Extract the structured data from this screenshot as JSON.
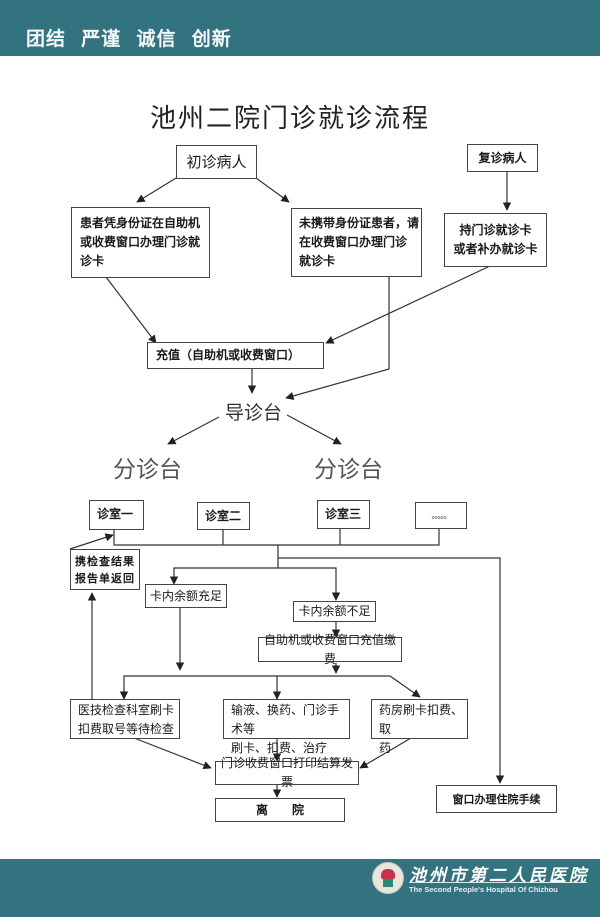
{
  "header": {
    "slogan": "团结  严谨  诚信  创新",
    "background_color": "#33737f"
  },
  "title": "池州二院门诊就诊流程",
  "nodes": {
    "first_visit": "初诊病人",
    "return_visit": "复诊病人",
    "with_id": "患者凭身份证在自助机或收费窗口办理门诊就诊卡",
    "with_id_lines": [
      "患者凭身份证在自助机",
      "或收费窗口办理门诊就",
      "诊卡"
    ],
    "without_id_lines": [
      "未携带身份证患者，请",
      "在收费窗口办理门诊",
      "就诊卡"
    ],
    "hold_card_lines": [
      "持门诊就诊卡",
      "或者补办就诊卡"
    ],
    "recharge": "充值（自助机或收费窗口）",
    "guide_desk": "导诊台",
    "triage_left": "分诊台",
    "triage_right": "分诊台",
    "room1": "诊室一",
    "room2": "诊室二",
    "room3": "诊室三",
    "room_more": "。。。。。",
    "return_report_lines": [
      "携检查结果",
      "报告单返回"
    ],
    "balance_ok": "卡内余额充足",
    "balance_low": "卡内余额不足",
    "topup_pay": "自助机或收费窗口充值缴费",
    "exam_lines": [
      "医技检查科室刷卡",
      "扣费取号等待检查"
    ],
    "treatment_lines": [
      "输液、换药、门诊手术等",
      "刷卡、扣费、治疗"
    ],
    "pharmacy_lines": [
      "药房刷卡扣费、取",
      "药"
    ],
    "invoice": "门诊收费窗口打印结算发票",
    "leave": "离　　院",
    "inpatient": "窗口办理住院手续"
  },
  "footer": {
    "hospital_name_cn": "池州市第二人民医院",
    "hospital_name_en": "The Second People's Hospital Of Chizhou",
    "logo_icon": "hospital-emblem-icon",
    "background_color": "#33737f"
  }
}
